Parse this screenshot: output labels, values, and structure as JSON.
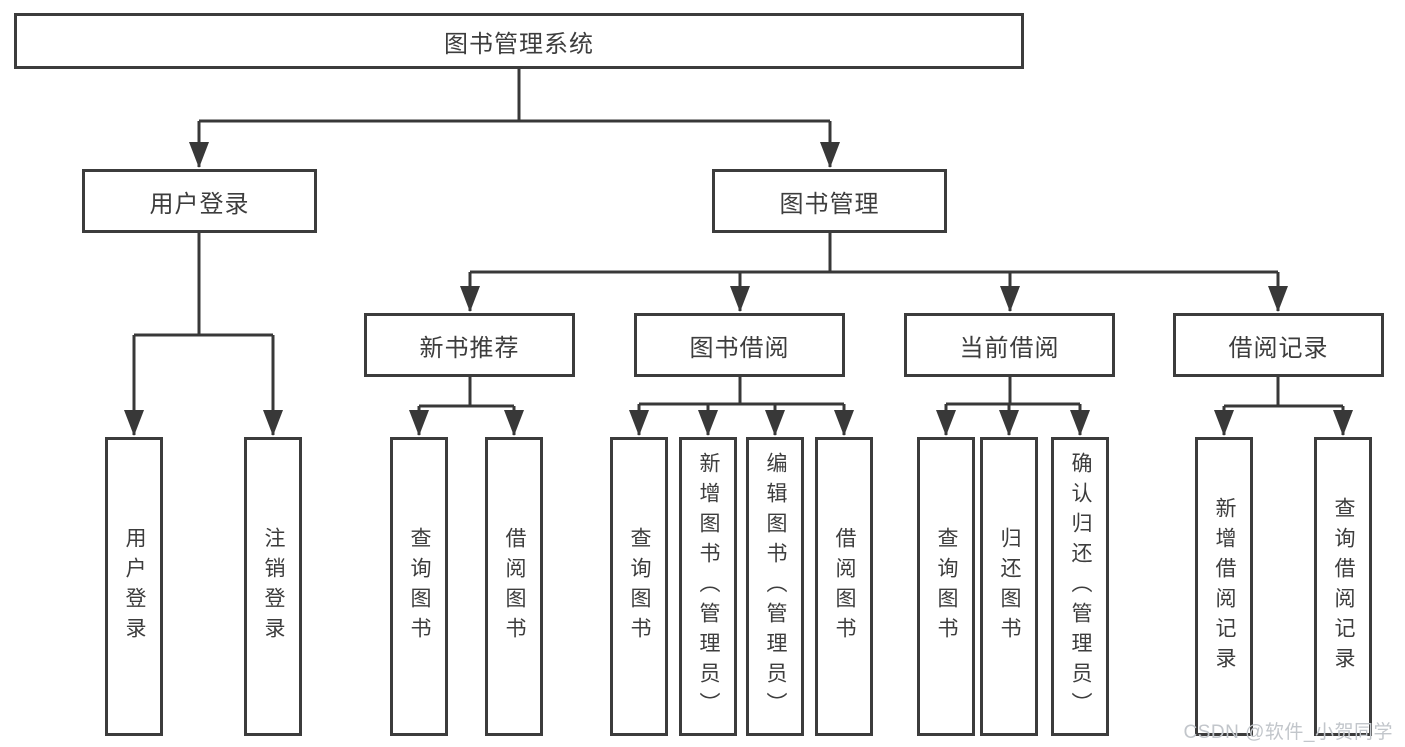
{
  "diagram": {
    "root": "图书管理系统",
    "branches": [
      {
        "label": "用户登录",
        "children": [
          {
            "label": "用户登录"
          },
          {
            "label": "注销登录"
          }
        ]
      },
      {
        "label": "图书管理",
        "sections": [
          {
            "label": "新书推荐",
            "children": [
              {
                "label": "查询图书"
              },
              {
                "label": "借阅图书"
              }
            ]
          },
          {
            "label": "图书借阅",
            "children": [
              {
                "label": "查询图书"
              },
              {
                "label": "新增图书（管理员）"
              },
              {
                "label": "编辑图书（管理员）"
              },
              {
                "label": "借阅图书"
              }
            ]
          },
          {
            "label": "当前借阅",
            "children": [
              {
                "label": "查询图书"
              },
              {
                "label": "归还图书"
              },
              {
                "label": "确认归还（管理员）"
              }
            ]
          },
          {
            "label": "借阅记录",
            "children": [
              {
                "label": "新增借阅记录"
              },
              {
                "label": "查询借阅记录"
              }
            ]
          }
        ]
      }
    ]
  },
  "watermark": "CSDN @软件_小贺同学",
  "colors": {
    "line": "#383838",
    "border": "#3c3c3c",
    "text": "#3d3d3d",
    "watermark": "#c2c6cb"
  }
}
